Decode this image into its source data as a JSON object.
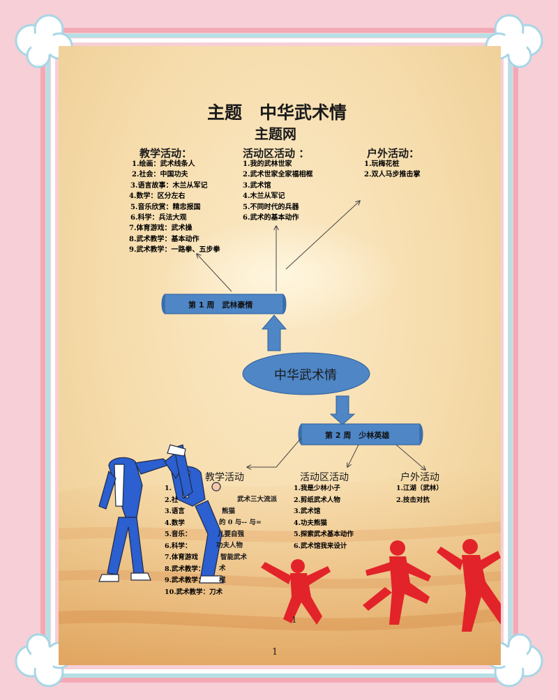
{
  "title": "主题　中华武术情",
  "subtitle": "主题网",
  "week1": {
    "banner": "第 1 周　武林豪情",
    "teaching": {
      "heading": "教学活动：",
      "items": [
        "1.绘画：武术线条人",
        "2.社会：中国功夫",
        "3.语言故事：木兰从军记",
        "4.数学：区分左右",
        "5.音乐欣赏：精忠报国",
        "6.科学：兵法大观",
        "7.体育游戏：武术操",
        "8.武术教学：基本动作",
        "9.武术教学：一路拳、五步拳"
      ]
    },
    "area": {
      "heading": "活动区活动 ：",
      "items": [
        "1.我的武林世家",
        "2.武术世家全家福相框",
        "3.武术馆",
        "4.木兰从军记",
        "5.不同时代的兵器",
        "6.武术的基本动作"
      ]
    },
    "outdoor": {
      "heading": "户外活动：",
      "items": [
        "1.玩梅花桩",
        "2.双人马步推击掌"
      ]
    }
  },
  "center": "中华武术情",
  "week2": {
    "banner": "第 2 周　少林英雄",
    "teaching": {
      "heading": "教学活动",
      "items": [
        "1.",
        "2.社",
        "3.语言",
        "4.数学",
        "5.音乐：",
        "6.科学：",
        "7.体育游戏",
        "8.武术教学：",
        "9.武术教学：",
        "10.武术教学：刀术"
      ],
      "fragments": [
        "武术三大流派",
        "熊猫",
        "的 0 与-- 与=",
        "儿要自强",
        "功夫人物",
        "智能武术",
        "术",
        "棍"
      ]
    },
    "area": {
      "heading": "活动区活动",
      "items": [
        "1.我是少林小子",
        "2.剪纸武术人物",
        "3.武术馆",
        "4.功夫熊猫",
        "5.探索武术基本动作",
        "6.武术馆我来设计"
      ]
    },
    "outdoor": {
      "heading": "户外活动",
      "items": [
        "1.江湖（武林）",
        "2.技击对抗"
      ]
    }
  },
  "page_number_upper": "1",
  "page_number": "1",
  "colors": {
    "banner": "#4e86c6",
    "oval": "#4e86c6",
    "arrow": "#4e86c6",
    "silhouette": "#e2232a",
    "uniform": "#2c5fcf"
  }
}
